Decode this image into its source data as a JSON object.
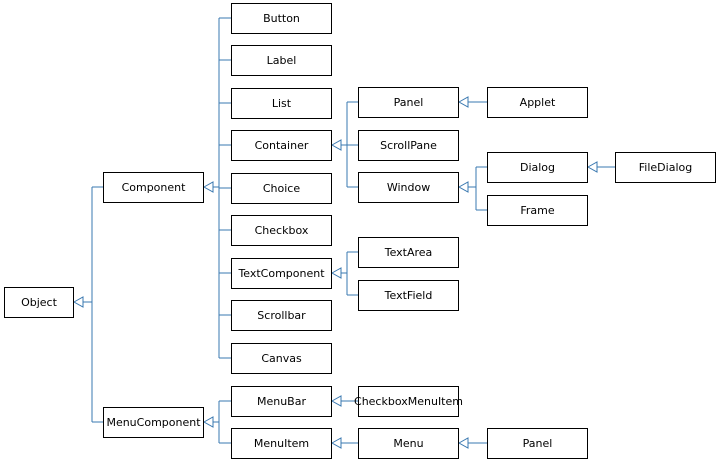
{
  "colors": {
    "connector": "#3a78b0",
    "box_border": "#000000",
    "text": "#000000"
  },
  "nodes": {
    "object": "Object",
    "component": "Component",
    "menucomponent": "MenuComponent",
    "button": "Button",
    "label": "Label",
    "list": "List",
    "container": "Container",
    "choice": "Choice",
    "checkbox": "Checkbox",
    "textcomponent": "TextComponent",
    "scrollbar": "Scrollbar",
    "canvas": "Canvas",
    "menubar": "MenuBar",
    "menuitem": "MenuItem",
    "panel": "Panel",
    "scrollpane": "ScrollPane",
    "window": "Window",
    "applet": "Applet",
    "dialog": "Dialog",
    "frame": "Frame",
    "filedialog": "FileDialog",
    "textarea": "TextArea",
    "textfield": "TextField",
    "checkboxmenuitem": "CheckboxMenuItem",
    "menu": "Menu",
    "menu_panel": "Panel"
  }
}
